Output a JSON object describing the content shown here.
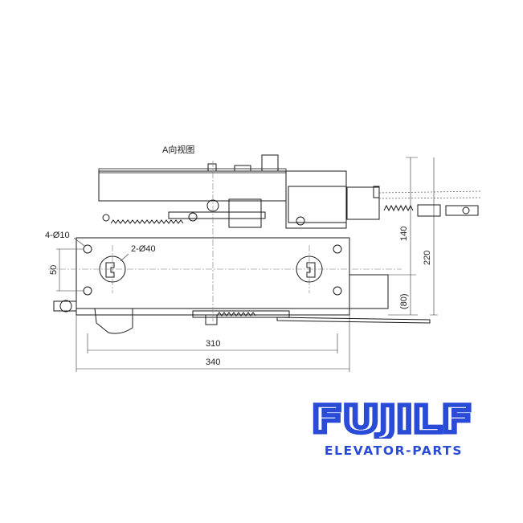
{
  "diagram": {
    "view_label": "A向视图",
    "dimensions": {
      "holes": "4-Ø10",
      "slots": "2-Ø40",
      "vertical_spacing": "50",
      "inner_width": "310",
      "overall_width": "340",
      "right_height_1": "140",
      "right_height_2": "220",
      "right_height_3": "(80)"
    }
  },
  "brand": {
    "logo_text": "FUJILF",
    "tagline": "ELEVATOR-PARTS",
    "color": "#2a4bd7"
  }
}
